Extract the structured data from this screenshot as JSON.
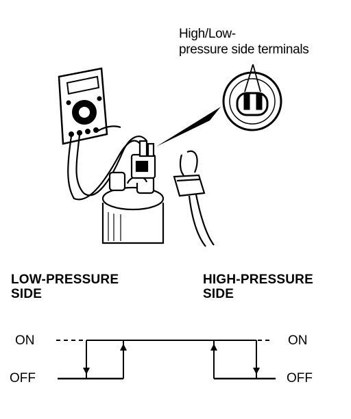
{
  "callout": {
    "line1": "High/Low-",
    "line2": "pressure side terminals"
  },
  "low_side": {
    "line1": "LOW-PRESSURE",
    "line2": "SIDE"
  },
  "high_side": {
    "line1": "HIGH-PRESSURE",
    "line2": "SIDE"
  },
  "states": {
    "on_left": "ON",
    "off_left": "OFF",
    "on_right": "ON",
    "off_right": "OFF"
  },
  "colors": {
    "ink": "#000000",
    "paper": "#ffffff"
  }
}
